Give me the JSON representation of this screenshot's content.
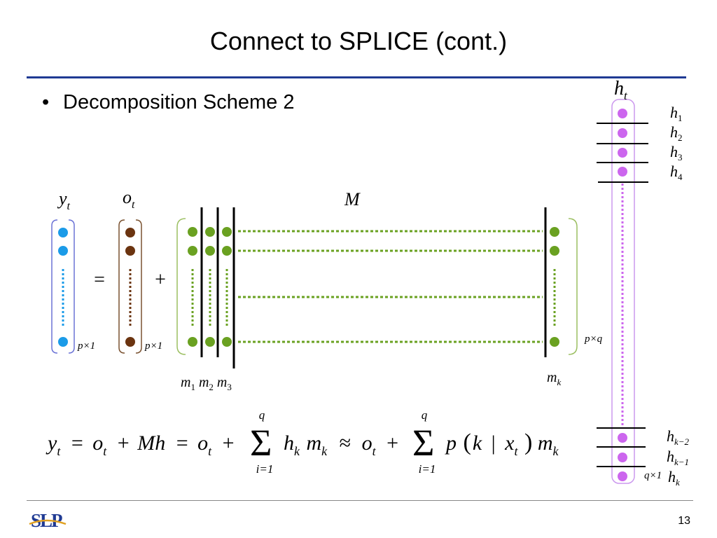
{
  "slide": {
    "title": "Connect to SPLICE (cont.)",
    "bullet": "Decomposition Scheme 2",
    "page_number": "13",
    "logo_text": "SLP"
  },
  "labels": {
    "y": "y",
    "o": "o",
    "t": "t",
    "M": "M",
    "h": "h",
    "m": "m",
    "k": "k",
    "p": "p",
    "q": "q",
    "one": "1",
    "two": "2",
    "three": "3",
    "four": "4",
    "km1": "k−1",
    "km2": "k−2",
    "px1": "p×1",
    "pxq": "p×q",
    "qx1": "q×1",
    "equals": "=",
    "plus": "+"
  },
  "equation": {
    "sum_upper": "q",
    "sum_lower": "i=1",
    "approx": "≈",
    "bar": "|",
    "x": "x"
  },
  "colors": {
    "rule_blue": "#1f3a93",
    "y_blue": "#1b9be8",
    "o_brown": "#6b3410",
    "m_green": "#6aa121",
    "h_violet": "#cc66ee",
    "bracket_blue": "#6b73d6",
    "bracket_brown": "#7a5230",
    "bracket_green": "#9bbf61",
    "bracket_violet": "#cc99ee"
  }
}
